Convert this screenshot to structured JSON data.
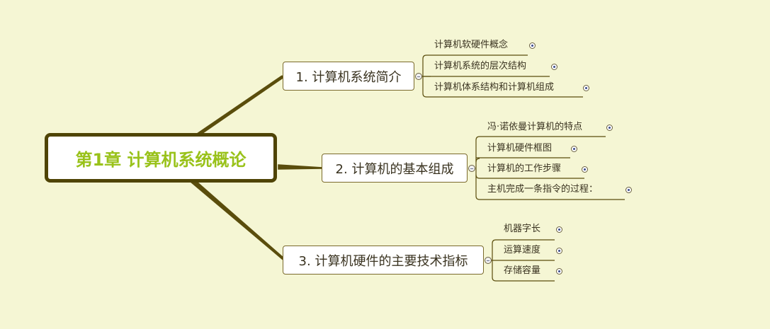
{
  "colors": {
    "background": "#f5f6d4",
    "central_border": "#4f4405",
    "central_text": "#99c21a",
    "line": "#5a4d0c",
    "topic_border": "#7a6a2c"
  },
  "central": {
    "label": "第1章 计算机系统概论"
  },
  "topics": [
    {
      "label": "1. 计算机系统简介",
      "children": [
        {
          "label": "计算机软硬件概念",
          "collapsed": true
        },
        {
          "label": "计算机系统的层次结构",
          "collapsed": true
        },
        {
          "label": "计算机体系结构和计算机组成",
          "collapsed": true
        }
      ]
    },
    {
      "label": "2. 计算机的基本组成",
      "children": [
        {
          "label": "冯·诺依曼计算机的特点",
          "collapsed": true
        },
        {
          "label": "计算机硬件框图",
          "collapsed": true
        },
        {
          "label": "计算机的工作步骤",
          "collapsed": true
        },
        {
          "label": "主机完成一条指令的过程：",
          "collapsed": true
        }
      ]
    },
    {
      "label": "3. 计算机硬件的主要技术指标",
      "children": [
        {
          "label": "机器字长",
          "collapsed": true
        },
        {
          "label": "运算速度",
          "collapsed": true
        },
        {
          "label": "存储容量",
          "collapsed": true
        }
      ]
    }
  ],
  "icons": {
    "expand": "plus-circle",
    "collapse": "minus-circle"
  }
}
